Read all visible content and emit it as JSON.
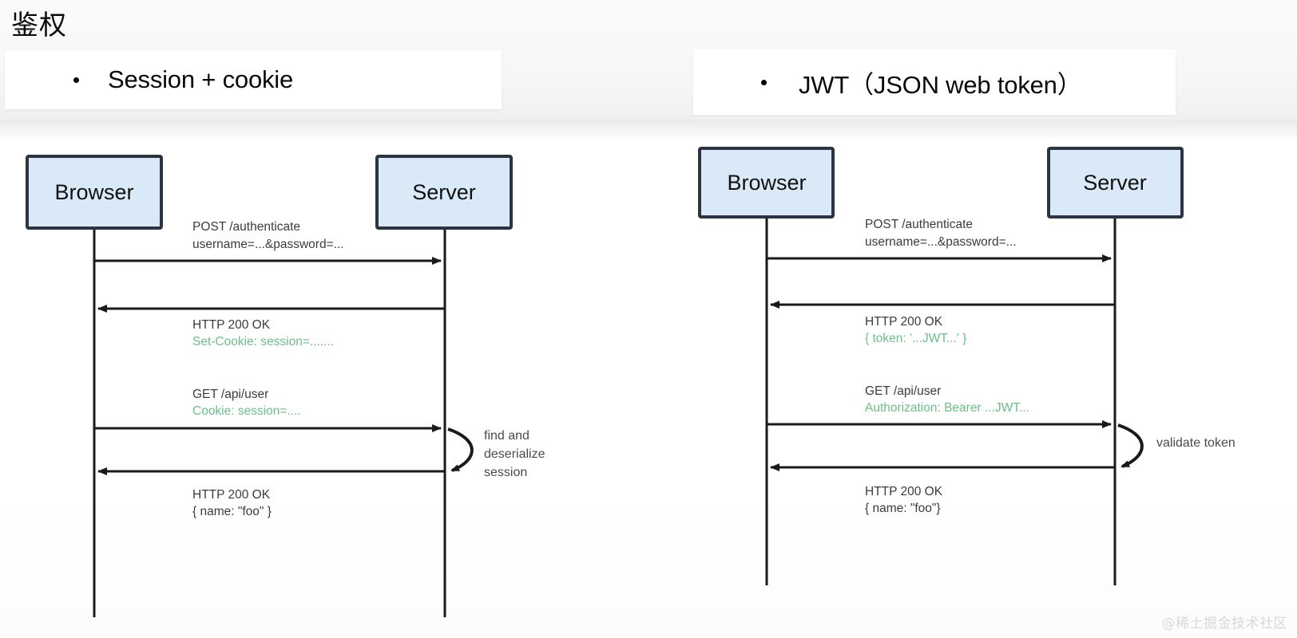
{
  "page": {
    "title": "鉴权",
    "watermark": "@稀土掘金技术社区"
  },
  "colors": {
    "actor_fill": "#d9e9f7",
    "actor_border": "#2b3440",
    "line": "#1a1a1a",
    "green_header": "#6bbf8a",
    "label_text": "#3b3b3b",
    "note_text": "#4a4a4a",
    "watermark": "#d8d8d8"
  },
  "panels": [
    {
      "id": "session-cookie",
      "bullet": "Session + cookie",
      "diagram": {
        "actors": [
          {
            "name": "Browser",
            "role": "client"
          },
          {
            "name": "Server",
            "role": "server"
          }
        ],
        "messages": [
          {
            "direction": "right",
            "main": "POST /authenticate",
            "sub": "username=...&password=...",
            "sub_color": "plain"
          },
          {
            "direction": "left",
            "main": "HTTP 200 OK",
            "sub": "Set-Cookie: session=.......",
            "sub_color": "green"
          },
          {
            "direction": "right",
            "main": "GET /api/user",
            "sub": "Cookie: session=....",
            "sub_color": "green"
          },
          {
            "direction": "left",
            "main": "HTTP 200 OK",
            "sub": "{ name: \"foo\" }",
            "sub_color": "plain"
          }
        ],
        "self_note": [
          "find and",
          "deserialize",
          "session"
        ]
      }
    },
    {
      "id": "jwt",
      "bullet": "JWT（JSON web token）",
      "diagram": {
        "actors": [
          {
            "name": "Browser",
            "role": "client"
          },
          {
            "name": "Server",
            "role": "server"
          }
        ],
        "messages": [
          {
            "direction": "right",
            "main": "POST /authenticate",
            "sub": "username=...&password=...",
            "sub_color": "plain"
          },
          {
            "direction": "left",
            "main": "HTTP 200 OK",
            "sub": "{ token: '...JWT...' }",
            "sub_color": "green"
          },
          {
            "direction": "right",
            "main": "GET /api/user",
            "sub": "Authorization: Bearer ...JWT...",
            "sub_color": "green"
          },
          {
            "direction": "left",
            "main": "HTTP 200 OK",
            "sub": "{ name: \"foo\"}",
            "sub_color": "plain"
          }
        ],
        "self_note": [
          "validate token"
        ]
      }
    }
  ]
}
